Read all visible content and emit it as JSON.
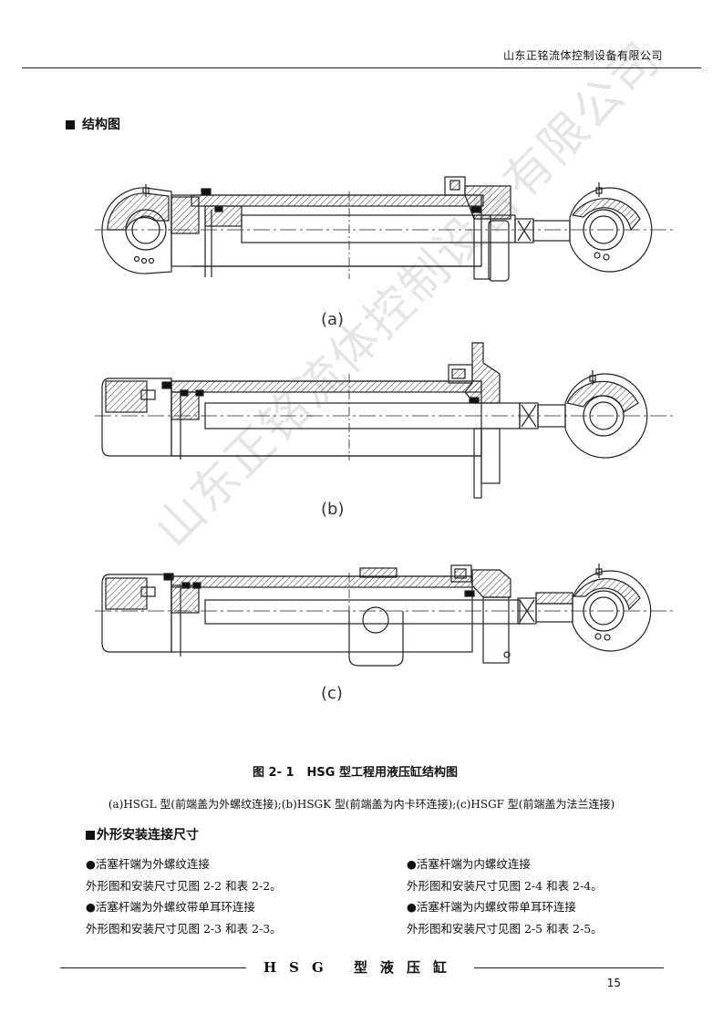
{
  "header": {
    "company": "山东正铭流体控制设备有限公司"
  },
  "section1": {
    "title": "结构图"
  },
  "watermark": "山东正铭流体控制设备有限公司",
  "figure": {
    "labels": [
      "(a)",
      "(b)",
      "(c)"
    ],
    "number": "图 2- 1",
    "title": "HSG 型工程用液压缸结构图",
    "caption": "(a)HSGL 型(前端盖为外螺纹连接);(b)HSGK 型(前端盖为内卡环连接);(c)HSGF 型(前端盖为法兰连接)"
  },
  "section2": {
    "title": "外形安装连接尺寸"
  },
  "left_items": [
    "●活塞杆端为外螺纹连接",
    "外形图和安装尺寸见图 2-2 和表 2-2。",
    "●活塞杆端为外螺纹带单耳环连接",
    "外形图和安装尺寸见图 2-3 和表 2-3。"
  ],
  "right_items": [
    "●活塞杆端为内螺纹连接",
    "外形图和安装尺寸见图 2-4 和表 2-4。",
    "●活塞杆端为内螺纹带单耳环连接",
    "外形图和安装尺寸见图 2-5 和表 2-5。"
  ],
  "footer": {
    "title": "HSG 型液压缸",
    "page": "15"
  }
}
